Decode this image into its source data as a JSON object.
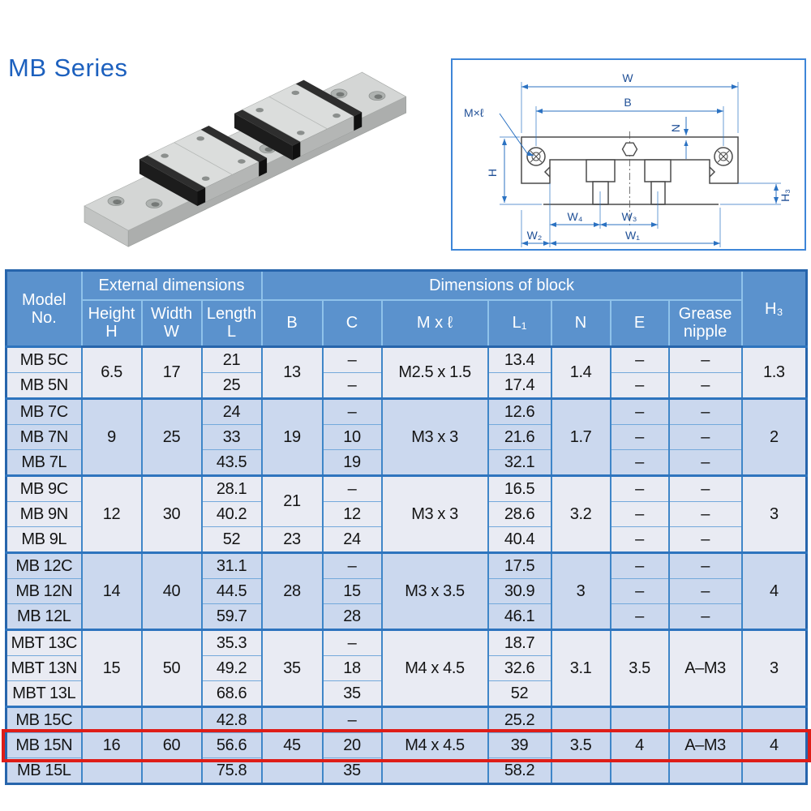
{
  "title": "MB Series",
  "colors": {
    "title_blue": "#1C60BE",
    "header_bg": "#5B92CD",
    "row_light": "#E9EBF3",
    "row_dark": "#CBD8EE",
    "border_blue": "#3F86C8",
    "outer_border": "#2765AC",
    "highlight_red": "#DE1D18",
    "dimension_blue": "#2B72C2"
  },
  "diagram": {
    "labels": {
      "w": "W",
      "b": "B",
      "n": "N",
      "mxl": "M×ℓ",
      "h": "H",
      "w4": "W₄",
      "w3": "W₃",
      "w2": "W₂",
      "w1": "W₁",
      "h3": "H₃"
    }
  },
  "table": {
    "header": {
      "model": [
        "Model",
        "No."
      ],
      "external": "External dimensions",
      "block": "Dimensions of block",
      "h3": "H₃",
      "sub": [
        [
          "Height",
          "H"
        ],
        [
          "Width",
          "W"
        ],
        [
          "Length",
          "L"
        ],
        [
          "B"
        ],
        [
          "C"
        ],
        [
          "M x ℓ"
        ],
        [
          "L₁"
        ],
        [
          "N"
        ],
        [
          "E"
        ],
        [
          "Grease",
          "nipple"
        ]
      ]
    },
    "highlighted_model": "MB 15N",
    "rows": [
      {
        "g": 0,
        "cells": [
          "MB 5C",
          [
            "6.5",
            2
          ],
          [
            "17",
            2
          ],
          "21",
          [
            "13",
            2
          ],
          "–",
          [
            "M2.5 x 1.5",
            2
          ],
          "13.4",
          [
            "1.4",
            2
          ],
          "–",
          "–",
          [
            "1.3",
            2
          ]
        ]
      },
      {
        "g": 0,
        "cells": [
          "MB 5N",
          "25",
          "–",
          "17.4",
          "–",
          "–"
        ]
      },
      {
        "g": 1,
        "cells": [
          "MB 7C",
          [
            "9",
            3
          ],
          [
            "25",
            3
          ],
          "24",
          [
            "19",
            3
          ],
          "–",
          [
            "M3 x 3",
            3
          ],
          "12.6",
          [
            "1.7",
            3
          ],
          "–",
          "–",
          [
            "2",
            3
          ]
        ]
      },
      {
        "g": 1,
        "cells": [
          "MB 7N",
          "33",
          "10",
          "21.6",
          "–",
          "–"
        ]
      },
      {
        "g": 1,
        "cells": [
          "MB 7L",
          "43.5",
          "19",
          "32.1",
          "–",
          "–"
        ]
      },
      {
        "g": 2,
        "cells": [
          "MB 9C",
          [
            "12",
            3
          ],
          [
            "30",
            3
          ],
          "28.1",
          [
            "21",
            2
          ],
          "–",
          [
            "M3 x 3",
            3
          ],
          "16.5",
          [
            "3.2",
            3
          ],
          "–",
          "–",
          [
            "3",
            3
          ]
        ]
      },
      {
        "g": 2,
        "cells": [
          "MB 9N",
          "40.2",
          "12",
          "28.6",
          "–",
          "–"
        ]
      },
      {
        "g": 2,
        "cells": [
          "MB 9L",
          "52",
          "23",
          "24",
          "40.4",
          "–",
          "–"
        ]
      },
      {
        "g": 3,
        "cells": [
          "MB 12C",
          [
            "14",
            3
          ],
          [
            "40",
            3
          ],
          "31.1",
          [
            "28",
            3
          ],
          "–",
          [
            "M3 x 3.5",
            3
          ],
          "17.5",
          [
            "3",
            3
          ],
          "–",
          "–",
          [
            "4",
            3
          ]
        ]
      },
      {
        "g": 3,
        "cells": [
          "MB 12N",
          "44.5",
          "15",
          "30.9",
          "–",
          "–"
        ]
      },
      {
        "g": 3,
        "cells": [
          "MB 12L",
          "59.7",
          "28",
          "46.1",
          "–",
          "–"
        ]
      },
      {
        "g": 4,
        "cells": [
          "MBT 13C",
          [
            "15",
            3
          ],
          [
            "50",
            3
          ],
          "35.3",
          [
            "35",
            3
          ],
          "–",
          [
            "M4 x 4.5",
            3
          ],
          "18.7",
          [
            "3.1",
            3
          ],
          [
            "3.5",
            3
          ],
          [
            "A–M3",
            3
          ],
          [
            "3",
            3
          ]
        ]
      },
      {
        "g": 4,
        "cells": [
          "MBT 13N",
          "49.2",
          "18",
          "32.6"
        ]
      },
      {
        "g": 4,
        "cells": [
          "MBT 13L",
          "68.6",
          "35",
          "52"
        ]
      },
      {
        "g": 5,
        "cells": [
          "MB 15C",
          [
            "16",
            3
          ],
          [
            "60",
            3
          ],
          "42.8",
          [
            "45",
            3
          ],
          "–",
          [
            "M4 x 4.5",
            3
          ],
          "25.2",
          [
            "3.5",
            3
          ],
          [
            "4",
            3
          ],
          [
            "A–M3",
            3
          ],
          [
            "4",
            3
          ]
        ]
      },
      {
        "g": 5,
        "hl": true,
        "cells": [
          "MB 15N",
          "56.6",
          "20",
          "39"
        ]
      },
      {
        "g": 5,
        "cells": [
          "MB 15L",
          "75.8",
          "35",
          "58.2"
        ]
      }
    ]
  }
}
